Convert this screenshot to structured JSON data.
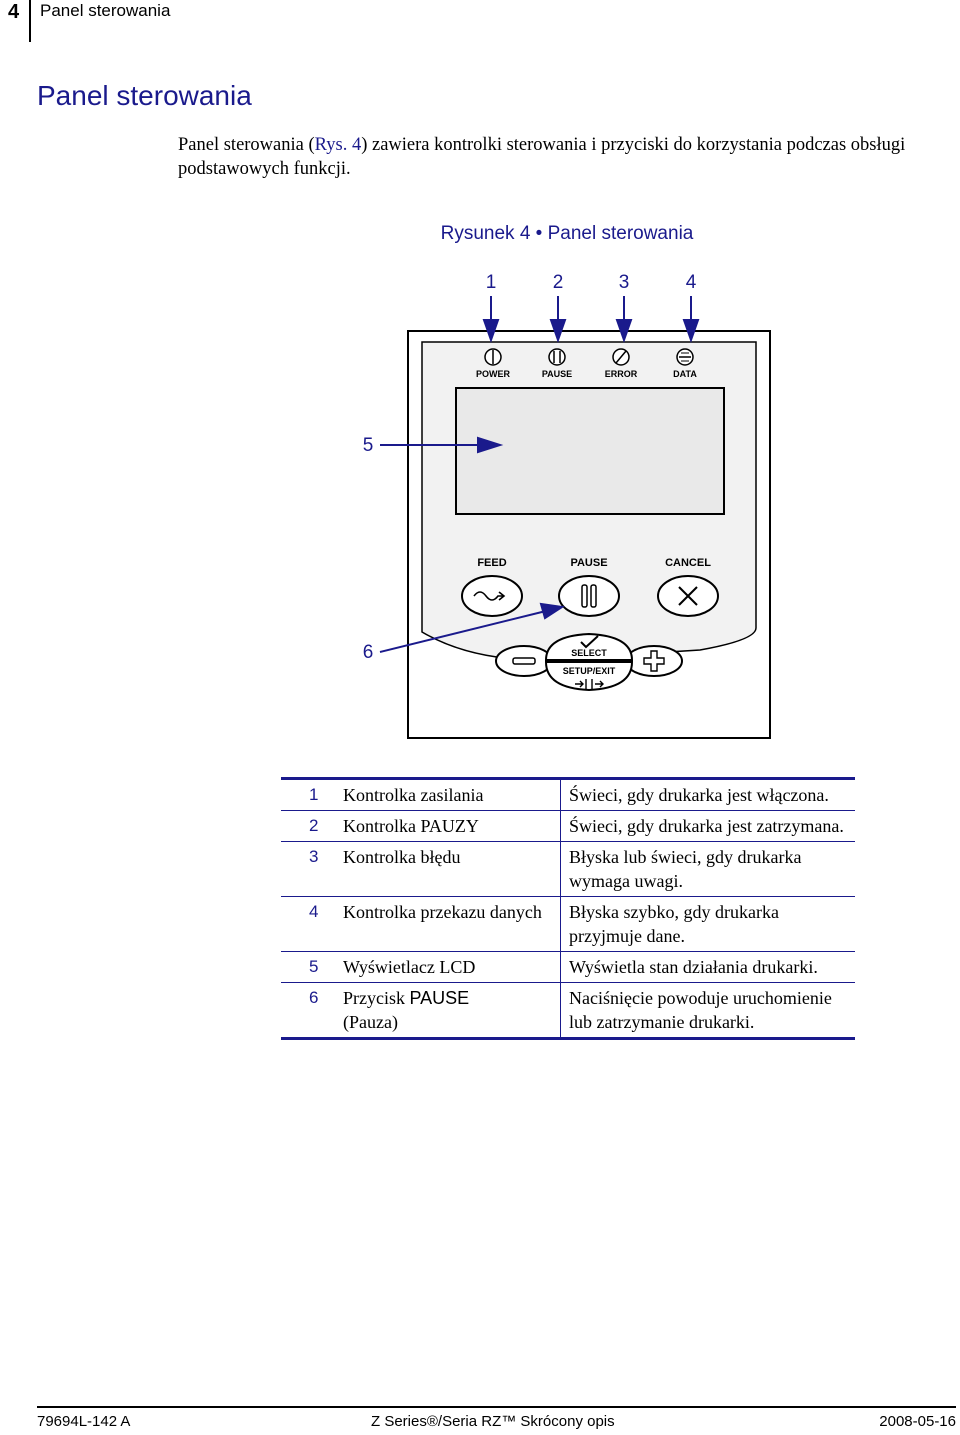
{
  "header": {
    "page_number": "4",
    "section_title": "Panel sterowania"
  },
  "heading": "Panel sterowania",
  "intro": {
    "before_link": "Panel sterowania (",
    "link_text": "Rys. 4",
    "after_link": ") zawiera kontrolki sterowania i przyciski do korzystania podczas obsługi podstawowych funkcji."
  },
  "figure": {
    "caption": "Rysunek 4 • Panel sterowania",
    "callouts": [
      "1",
      "2",
      "3",
      "4",
      "5",
      "6"
    ],
    "led_labels": [
      "POWER",
      "PAUSE",
      "ERROR",
      "DATA"
    ],
    "button_labels": {
      "feed": "FEED",
      "pause": "PAUSE",
      "cancel": "CANCEL",
      "select": "SELECT",
      "setup_exit": "SETUP/EXIT"
    }
  },
  "legend": [
    {
      "num": "1",
      "name": "Kontrolka zasilania",
      "desc": "Świeci, gdy drukarka jest włączona."
    },
    {
      "num": "2",
      "name": "Kontrolka PAUZY",
      "desc": "Świeci, gdy drukarka jest zatrzymana."
    },
    {
      "num": "3",
      "name": "Kontrolka błędu",
      "desc": "Błyska lub świeci, gdy drukarka wymaga uwagi."
    },
    {
      "num": "4",
      "name": "Kontrolka przekazu danych",
      "desc": "Błyska szybko, gdy drukarka przyjmuje dane."
    },
    {
      "num": "5",
      "name": "Wyświetlacz LCD",
      "desc": "Wyświetla stan działania drukarki."
    },
    {
      "num": "6",
      "name_prefix": "Przycisk ",
      "name_code": "PAUSE",
      "name_suffix": "(Pauza)",
      "desc": "Naciśnięcie powoduje uruchomienie lub zatrzymanie drukarki."
    }
  ],
  "footer": {
    "left": "79694L-142 A",
    "center": "Z Series®/Seria RZ™ Skrócony opis",
    "right": "2008-05-16"
  },
  "colors": {
    "accent": "#1a1a8c",
    "panel_fill": "#f2f2f2",
    "lcd_fill": "#e9e9e9"
  }
}
